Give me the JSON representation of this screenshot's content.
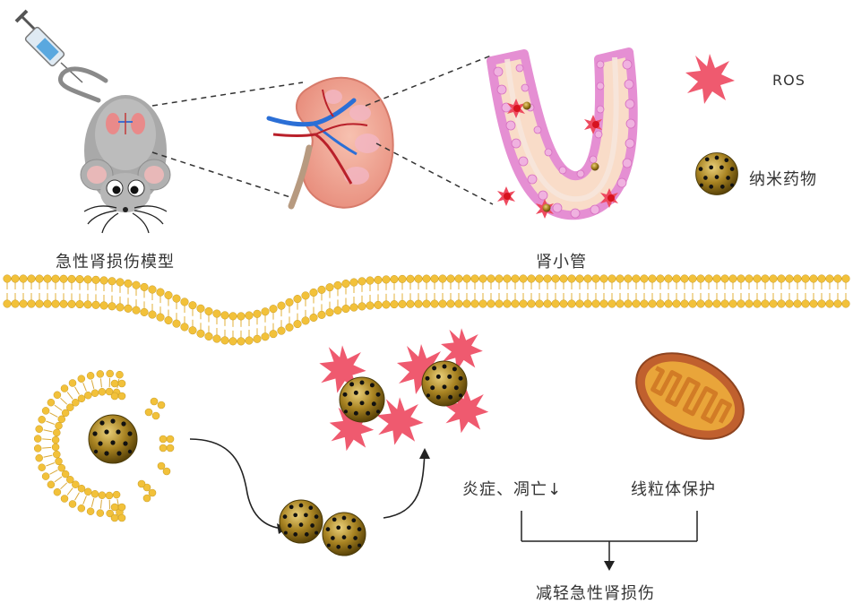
{
  "labels": {
    "model": "急性肾损伤模型",
    "tubule": "肾小管",
    "ros": "ROS",
    "nanodrug": "纳米药物",
    "inflammation": "炎症、凋亡↓",
    "mito": "线粒体保护",
    "result": "减轻急性肾损伤"
  },
  "colors": {
    "ros": "#ef5a6f",
    "nano": "#a07d1c",
    "lipid": "#f2c13a",
    "tubule_outer": "#e79ad7",
    "tubule_fill": "#f9dcc8",
    "kidney": "#ef9b8c",
    "mito_outer": "#c0602e",
    "mito_inner": "#e9a53a"
  },
  "icons": [
    "syringe-icon",
    "mouse-icon",
    "kidney-icon",
    "tubule-icon",
    "ros-star-icon",
    "nanoparticle-icon",
    "membrane-icon",
    "liposome-icon",
    "mitochondria-icon"
  ]
}
